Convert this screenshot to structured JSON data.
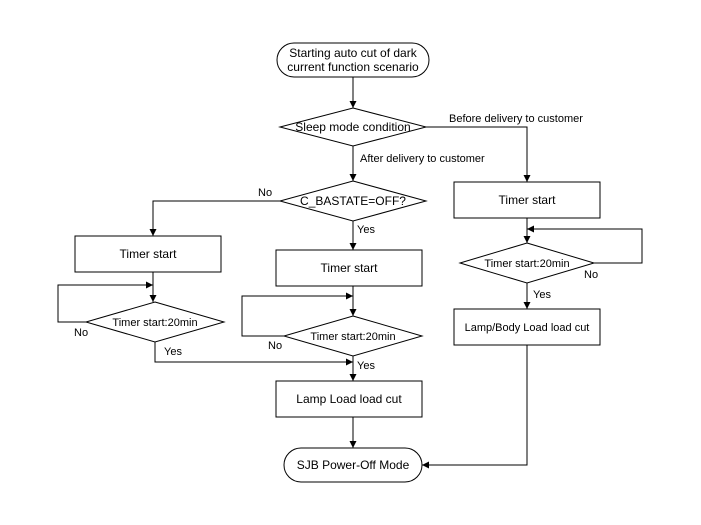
{
  "nodes": {
    "start": {
      "lines": [
        "Starting auto cut of dark",
        "current function scenario"
      ]
    },
    "sleep_mode": {
      "label": "Sleep mode condition"
    },
    "bastate": {
      "label": "C_BASTATE=OFF?"
    },
    "timer_left": {
      "label": "Timer start"
    },
    "timer_mid": {
      "label": "Timer start"
    },
    "timer_right": {
      "label": "Timer start"
    },
    "check_left": {
      "label": "Timer start:20min"
    },
    "check_mid": {
      "label": "Timer start:20min"
    },
    "check_right": {
      "label": "Timer start:20min"
    },
    "lamp_load": {
      "label": "Lamp Load load cut"
    },
    "lamp_body_load": {
      "label": "Lamp/Body Load load cut"
    },
    "poweroff": {
      "label": "SJB Power-Off Mode"
    }
  },
  "edges": {
    "before_delivery": "Before delivery to customer",
    "after_delivery": "After delivery to customer",
    "bastate_no": "No",
    "bastate_yes": "Yes",
    "left_no": "No",
    "left_yes": "Yes",
    "mid_no": "No",
    "mid_yes": "Yes",
    "right_no": "No",
    "right_yes": "Yes"
  }
}
